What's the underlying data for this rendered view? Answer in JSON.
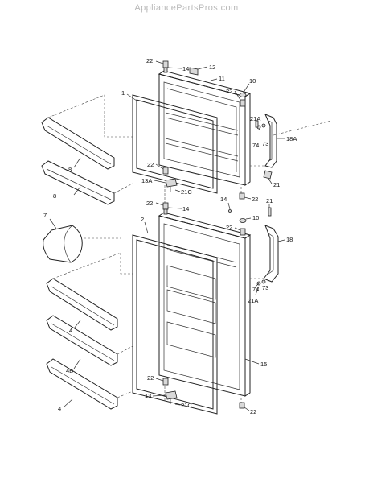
{
  "watermark": "AppliancePartsPros.com",
  "callouts": [
    {
      "id": "c22a",
      "text": "22"
    },
    {
      "id": "c14a",
      "text": "14"
    },
    {
      "id": "c12",
      "text": "12"
    },
    {
      "id": "c11",
      "text": "11"
    },
    {
      "id": "c1",
      "text": "1"
    },
    {
      "id": "c10a",
      "text": "10"
    },
    {
      "id": "c22b",
      "text": "22"
    },
    {
      "id": "c21Aa",
      "text": "21A"
    },
    {
      "id": "c74a",
      "text": "74"
    },
    {
      "id": "c73a",
      "text": "73"
    },
    {
      "id": "c18A",
      "text": "18A"
    },
    {
      "id": "c8a",
      "text": "8"
    },
    {
      "id": "c8b",
      "text": "8"
    },
    {
      "id": "c22c",
      "text": "22"
    },
    {
      "id": "c13A",
      "text": "13A"
    },
    {
      "id": "c21Ca",
      "text": "21C"
    },
    {
      "id": "c21a",
      "text": "21"
    },
    {
      "id": "c22d",
      "text": "22"
    },
    {
      "id": "c14b",
      "text": "14"
    },
    {
      "id": "c22e",
      "text": "22"
    },
    {
      "id": "c14c",
      "text": "14"
    },
    {
      "id": "c10b",
      "text": "10"
    },
    {
      "id": "c21b",
      "text": "21"
    },
    {
      "id": "c7",
      "text": "7"
    },
    {
      "id": "c2",
      "text": "2"
    },
    {
      "id": "c22f",
      "text": "22"
    },
    {
      "id": "c18",
      "text": "18"
    },
    {
      "id": "c74b",
      "text": "74"
    },
    {
      "id": "c73b",
      "text": "73"
    },
    {
      "id": "c21Ab",
      "text": "21A"
    },
    {
      "id": "c4a",
      "text": "4"
    },
    {
      "id": "c15",
      "text": "15"
    },
    {
      "id": "c4B",
      "text": "4B"
    },
    {
      "id": "c22g",
      "text": "22"
    },
    {
      "id": "c13",
      "text": "13"
    },
    {
      "id": "c21Cb",
      "text": "21C"
    },
    {
      "id": "c4b",
      "text": "4"
    },
    {
      "id": "c22h",
      "text": "22"
    }
  ]
}
